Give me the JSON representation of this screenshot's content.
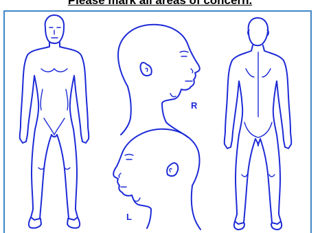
{
  "header": {
    "instruction": "Please mark all areas of concern."
  },
  "views": {
    "right_label": "R",
    "left_label": "L"
  },
  "colors": {
    "line": "#1c2ad6",
    "frame": "#3f86c7",
    "text": "#000000"
  }
}
